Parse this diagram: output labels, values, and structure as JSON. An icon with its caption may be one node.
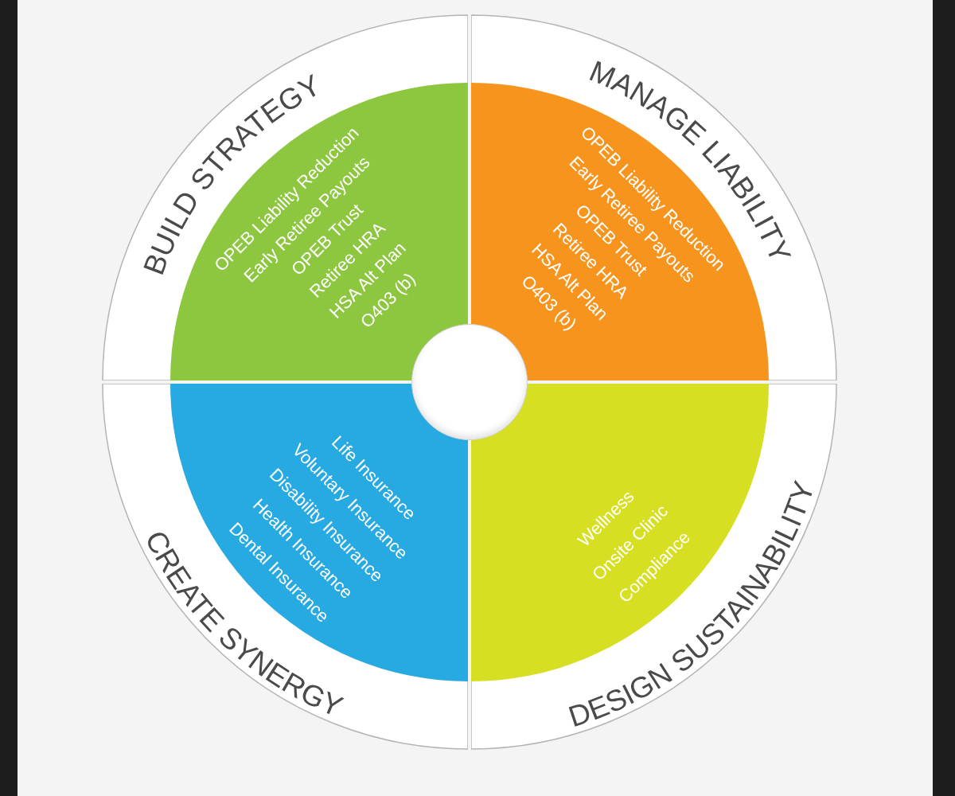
{
  "diagram": {
    "nodes": [
      {
        "text": [
          "BUILD STRATEGY"
        ]
      },
      {
        "text": [
          "OPEB Liability Reduction",
          "Early Retiree Payouts",
          "OPEB Trust",
          "Retiree HRA",
          "HSA Alt Plan",
          "O403 (b)"
        ],
        "in": 0
      },
      {
        "text": [
          "MANAGE LIABILITY"
        ]
      },
      {
        "text": [
          "OPEB Liability Reduction",
          "Early Retiree Payouts",
          "OPEB Trust",
          "Retiree HRA",
          "HSA Alt Plan",
          "O403 (b)"
        ],
        "in": 2
      },
      {
        "text": [
          "CREATE SYNERGY"
        ]
      },
      {
        "text": [
          "Life Insurance",
          "Voluntary Insurance",
          "Disability Insurance",
          "Health Insurance",
          "Dental Insurance"
        ],
        "in": 4
      },
      {
        "text": [
          "DESIGN SUSTAINABILITY"
        ]
      },
      {
        "text": [
          "Wellness",
          "Onsite Clinic",
          "Compliance"
        ],
        "in": 6
      },
      {
        "text": [],
        "shape": "circle"
      }
    ]
  }
}
